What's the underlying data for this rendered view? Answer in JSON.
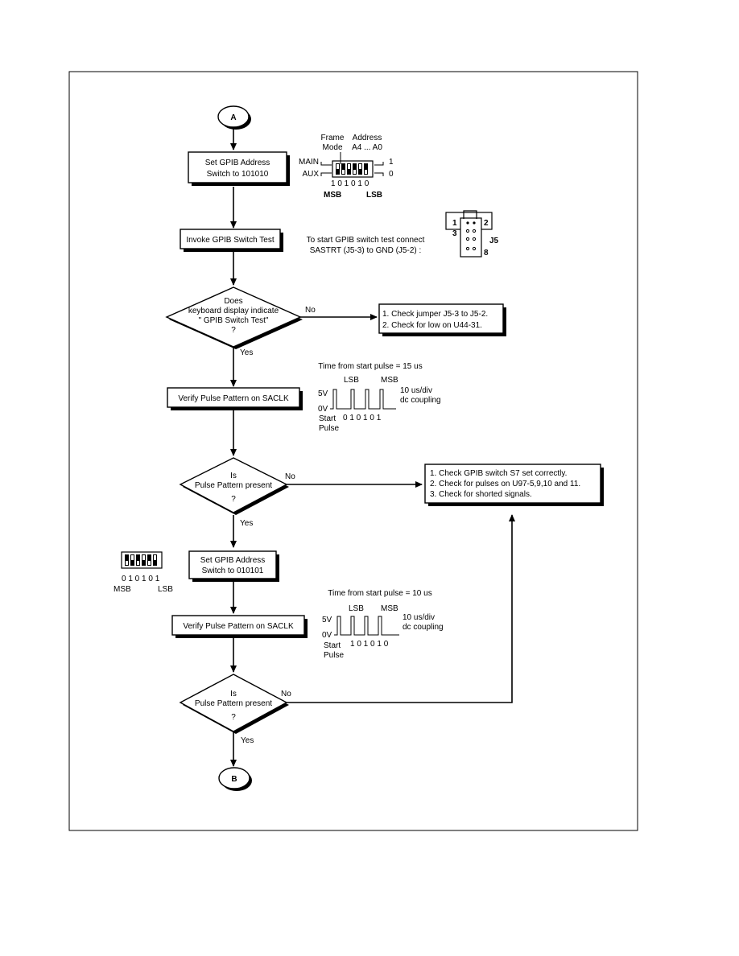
{
  "connectors": {
    "start": "A",
    "end": "B"
  },
  "steps": {
    "set_address_1": [
      "Set GPIB Address",
      "Switch to 101010"
    ],
    "invoke_test": "Invoke GPIB Switch Test",
    "verify_1": "Verify Pulse Pattern on SACLK",
    "set_address_2": [
      "Set GPIB Address",
      "Switch to 010101"
    ],
    "verify_2": "Verify Pulse Pattern on SACLK"
  },
  "decisions": {
    "display": [
      "Does",
      "keyboard display indicate",
      "\" GPIB Switch Test\"",
      "?"
    ],
    "pattern_1": [
      "Is",
      "Pulse Pattern present",
      "?"
    ],
    "pattern_2": [
      "Is",
      "Pulse Pattern present",
      "?"
    ]
  },
  "branch_labels": {
    "yes": "Yes",
    "no": "No"
  },
  "actions": {
    "jumper_check": [
      "1. Check jumper J5-3 to J5-2.",
      "2. Check for low on U44-31."
    ],
    "switch_check": [
      "1. Check GPIB switch S7 set correctly.",
      "2. Check for pulses on U97-5,9,10 and 11.",
      "3. Check for shorted signals."
    ]
  },
  "switch_diagram_1": {
    "frame_mode": [
      "Frame",
      "Mode"
    ],
    "address": [
      "Address",
      "A4 ... A0"
    ],
    "main": "MAIN",
    "aux": "AUX",
    "one": "1",
    "zero": "0",
    "bits": "1 0 1 0 1 0",
    "msb": "MSB",
    "lsb": "LSB"
  },
  "jumper_note": {
    "text": [
      "To start GPIB switch test connect",
      "SASTRT (J5-3) to GND (J5-2) :"
    ],
    "pin1": "1",
    "pin2": "2",
    "pin3": "3",
    "pin8": "8",
    "name": "J5"
  },
  "timing_1": {
    "title": "Time from start pulse = 15 us",
    "v5": "5V",
    "v0": "0V",
    "lsb": "LSB",
    "msb": "MSB",
    "scale": [
      "10 us/div",
      "dc coupling"
    ],
    "bits": "0 1  0 1  0 1",
    "start": [
      "Start",
      "Pulse"
    ]
  },
  "switch_diagram_2": {
    "bits": "0 1 0 1 0 1",
    "msb": "MSB",
    "lsb": "LSB"
  },
  "timing_2": {
    "title": "Time from start pulse = 10 us",
    "v5": "5V",
    "v0": "0V",
    "lsb": "LSB",
    "msb": "MSB",
    "scale": [
      "10 us/div",
      "dc coupling"
    ],
    "bits": "1 0  1 0  1 0",
    "start": [
      "Start",
      "Pulse"
    ]
  }
}
